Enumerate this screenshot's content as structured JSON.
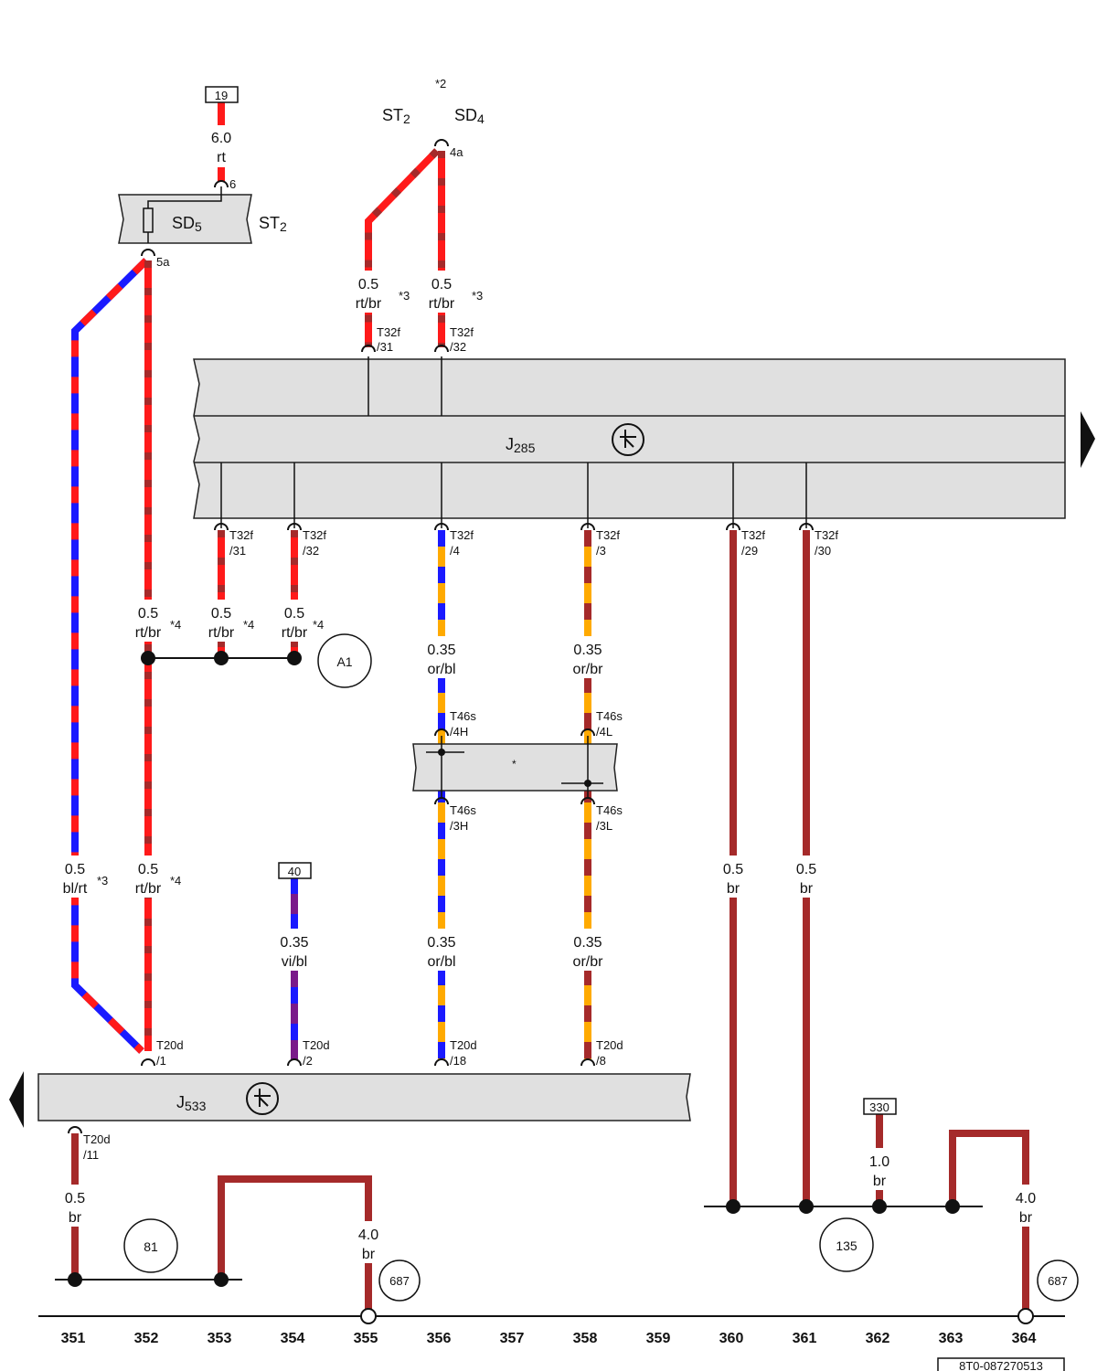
{
  "colors": {
    "rt": "#ff1a1a",
    "br": "#a52a2a",
    "bl": "#1a1aff",
    "or": "#ffaa00",
    "vi": "#7a1a8a",
    "component_fill": "#e0e0e0"
  },
  "terminals": {
    "t19": "19",
    "t40": "40",
    "t330": "330"
  },
  "annotations": {
    "star2": "*2",
    "st2_top": "ST",
    "st2_top_sub": "2",
    "sd4": "SD",
    "sd4_sub": "4",
    "st2_side": "ST",
    "st2_side_sub": "2",
    "sd5": "SD",
    "sd5_sub": "5",
    "star": "*"
  },
  "components": {
    "j285": "J",
    "j285_sub": "285",
    "j533": "J",
    "j533_sub": "533"
  },
  "pins": {
    "p6": "6",
    "p5a": "5a",
    "p4a": "4a",
    "t32f_31_top_a": "T32f",
    "t32f_31_top_b": "/31",
    "t32f_32_top_a": "T32f",
    "t32f_32_top_b": "/32",
    "t32f_31_a": "T32f",
    "t32f_31_b": "/31",
    "t32f_32_a": "T32f",
    "t32f_32_b": "/32",
    "t32f_4_a": "T32f",
    "t32f_4_b": "/4",
    "t32f_3_a": "T32f",
    "t32f_3_b": "/3",
    "t32f_29_a": "T32f",
    "t32f_29_b": "/29",
    "t32f_30_a": "T32f",
    "t32f_30_b": "/30",
    "t46s_4h_a": "T46s",
    "t46s_4h_b": "/4H",
    "t46s_4l_a": "T46s",
    "t46s_4l_b": "/4L",
    "t46s_3h_a": "T46s",
    "t46s_3h_b": "/3H",
    "t46s_3l_a": "T46s",
    "t46s_3l_b": "/3L",
    "t20d_1_a": "T20d",
    "t20d_1_b": "/1",
    "t20d_2_a": "T20d",
    "t20d_2_b": "/2",
    "t20d_18_a": "T20d",
    "t20d_18_b": "/18",
    "t20d_8_a": "T20d",
    "t20d_8_b": "/8",
    "t20d_11_a": "T20d",
    "t20d_11_b": "/11"
  },
  "wires": {
    "w60rt_size": "6.0",
    "w60rt_color": "rt",
    "w_st2_31_size": "0.5",
    "w_st2_31_color": "rt/br",
    "w_st2_31_note": "*3",
    "w_st2_32_size": "0.5",
    "w_st2_32_color": "rt/br",
    "w_st2_32_note": "*3",
    "w352_upper_size": "0.5",
    "w352_upper_color": "rt/br",
    "w352_upper_note": "*4",
    "w353_size": "0.5",
    "w353_color": "rt/br",
    "w353_note": "*4",
    "w354_size": "0.5",
    "w354_color": "rt/br",
    "w354_note": "*4",
    "w356_upper_size": "0.35",
    "w356_upper_color": "or/bl",
    "w358_upper_size": "0.35",
    "w358_upper_color": "or/br",
    "w351_size": "0.5",
    "w351_color": "bl/rt",
    "w351_note": "*3",
    "w352_lower_size": "0.5",
    "w352_lower_color": "rt/br",
    "w352_lower_note": "*4",
    "w354_lower_size": "0.35",
    "w354_lower_color": "vi/bl",
    "w356_lower_size": "0.35",
    "w356_lower_color": "or/bl",
    "w358_lower_size": "0.35",
    "w358_lower_color": "or/br",
    "w360_size": "0.5",
    "w360_color": "br",
    "w361_size": "0.5",
    "w361_color": "br",
    "w362_size": "1.0",
    "w362_color": "br",
    "w351_gnd_size": "0.5",
    "w351_gnd_color": "br",
    "w355_size": "4.0",
    "w355_color": "br",
    "w364_size": "4.0",
    "w364_color": "br"
  },
  "connectors": {
    "a1": "A1",
    "c81": "81",
    "c135": "135",
    "c687_left": "687",
    "c687_right": "687"
  },
  "track_numbers": [
    "351",
    "352",
    "353",
    "354",
    "355",
    "356",
    "357",
    "358",
    "359",
    "360",
    "361",
    "362",
    "363",
    "364"
  ],
  "footer": {
    "doc_number": "8T0-087270513"
  }
}
